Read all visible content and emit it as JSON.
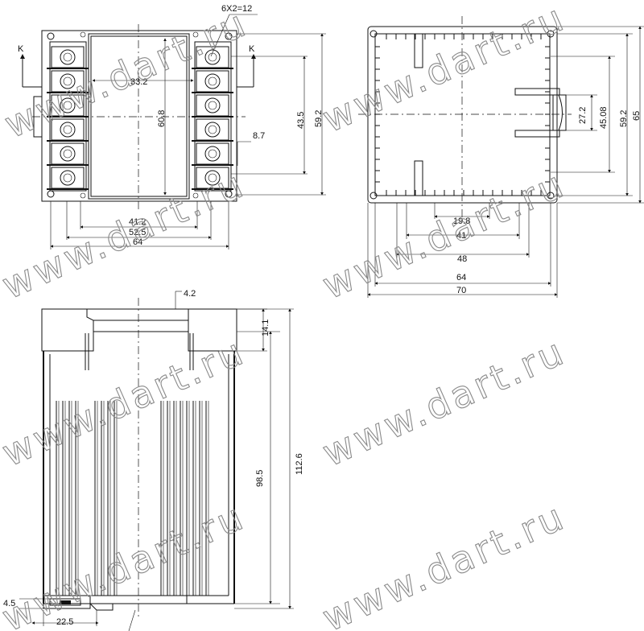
{
  "watermark": "www.dart.ru",
  "top_left_view": {
    "pin_spec": "6X2=12",
    "section_mark": "K",
    "dims": {
      "d33_2": "33.2",
      "d60_8": "60.8",
      "d43_5": "43.5",
      "d59_2": "59.2",
      "d8_7": "8.7",
      "d41_2": "41.2",
      "d52_5": "52.5",
      "d64": "64"
    }
  },
  "top_right_view": {
    "dims": {
      "d27_2": "27.2",
      "d45_08": "45.08",
      "d59_2": "59.2",
      "d65": "65",
      "d19_8": "19.8",
      "d41": "41",
      "d48": "48",
      "d64": "64",
      "d70": "70"
    }
  },
  "section_view": {
    "dims": {
      "d4_2": "4.2",
      "d14_1": "14.1",
      "d98_5": "98.5",
      "d112_6": "112.6",
      "d4_5": "4.5",
      "d22_5": "22.5"
    }
  }
}
